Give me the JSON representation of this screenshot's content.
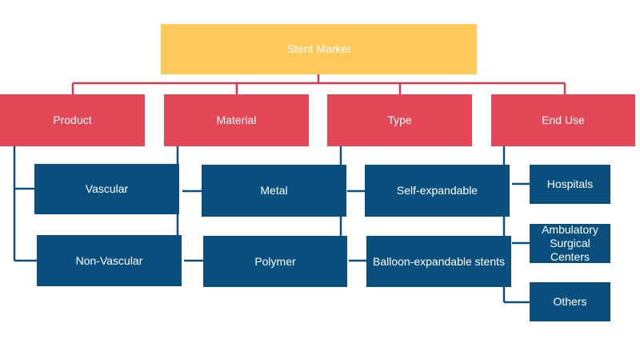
{
  "colors": {
    "root": "#ffc85a",
    "category": "#e44757",
    "leaf": "#0b4f7e",
    "red_connector": "#d8394c",
    "blue_connector": "#0b4f7e",
    "text": "#ffffff"
  },
  "root": {
    "label": "Stent Market"
  },
  "categories": [
    {
      "label": "Product"
    },
    {
      "label": "Material"
    },
    {
      "label": "Type"
    },
    {
      "label": "End Use"
    }
  ],
  "product": {
    "vascular": "Vascular",
    "non_vascular": "Non-Vascular"
  },
  "material": {
    "metal": "Metal",
    "polymer": "Polymer"
  },
  "type": {
    "self_expandable": "Self-expandable",
    "balloon_expandable": "Balloon-expandable stents"
  },
  "end_use": {
    "hospitals": "Hospitals",
    "ambulatory": "Ambulatory\nSurgical Centers",
    "others": "Others"
  }
}
